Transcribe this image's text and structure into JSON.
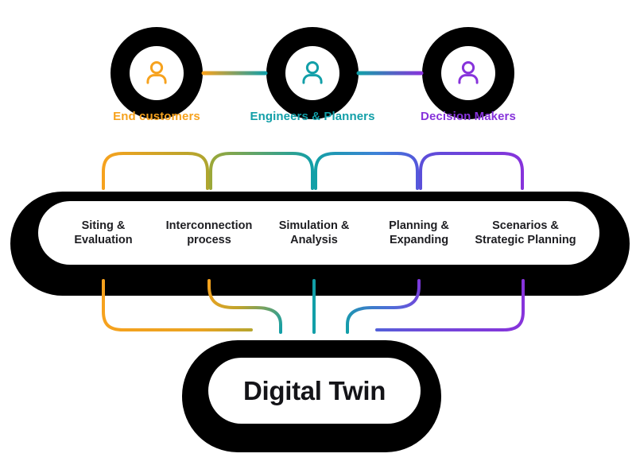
{
  "diagram_title": "Digital Twin stakeholder and process diagram",
  "personas": {
    "items": [
      {
        "label": "End customers",
        "color": "#F6A21E",
        "icon": "person-icon"
      },
      {
        "label": "Engineers & Planners",
        "color": "#129FA8",
        "icon": "person-icon"
      },
      {
        "label": "Decision Makers",
        "color": "#8733DB",
        "icon": "person-icon"
      }
    ]
  },
  "process_pill": {
    "stages": [
      {
        "label": "Siting & Evaluation"
      },
      {
        "label": "Interconnection process"
      },
      {
        "label": "Simulation & Analysis"
      },
      {
        "label": "Planning & Expanding"
      },
      {
        "label": "Scenarios & Strategic Planning"
      }
    ]
  },
  "digital_twin": {
    "label": "Digital Twin"
  },
  "colors": {
    "orange": "#F6A21E",
    "olive": "#AFA52F",
    "teal": "#129FA8",
    "blue": "#4E62DC",
    "indigo": "#5458DB",
    "purple": "#8733DB",
    "shadow_black": "#000000",
    "surface_white": "#FFFFFF",
    "text_dark": "#1E1E22"
  }
}
